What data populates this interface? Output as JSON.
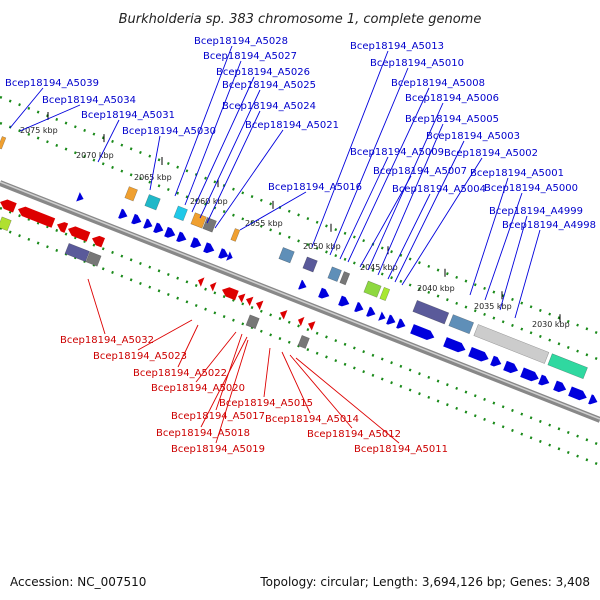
{
  "title": "Burkholderia sp. 383 chromosome 1, complete genome",
  "footer": {
    "accession": "Accession: NC_007510",
    "summary": "Topology: circular; Length: 3,694,126 bp; Genes: 3,408"
  },
  "colors": {
    "forward": "#0000dd",
    "reverse": "#dd0000",
    "forward_label": "#0000cc",
    "reverse_label": "#cc0000",
    "backbone": "#888888",
    "dotted_track": "#1a8a1a"
  },
  "ticks": [
    "2075 kbp",
    "2070 kbp",
    "2065 kbp",
    "2060 kbp",
    "2055 kbp",
    "2050 kbp",
    "2045 kbp",
    "2040 kbp",
    "2035 kbp",
    "2030 kbp"
  ],
  "forward_labels": [
    "Bcep18194_A5039",
    "Bcep18194_A5034",
    "Bcep18194_A5031",
    "Bcep18194_A5030",
    "Bcep18194_A5028",
    "Bcep18194_A5027",
    "Bcep18194_A5026",
    "Bcep18194_A5025",
    "Bcep18194_A5024",
    "Bcep18194_A5021",
    "Bcep18194_A5016",
    "Bcep18194_A5013",
    "Bcep18194_A5010",
    "Bcep18194_A5009",
    "Bcep18194_A5008",
    "Bcep18194_A5007",
    "Bcep18194_A5006",
    "Bcep18194_A5005",
    "Bcep18194_A5004",
    "Bcep18194_A5003",
    "Bcep18194_A5002",
    "Bcep18194_A5001",
    "Bcep18194_A5000",
    "Bcep18194_A4999",
    "Bcep18194_A4998"
  ],
  "reverse_labels": [
    "Bcep18194_A5032",
    "Bcep18194_A5023",
    "Bcep18194_A5022",
    "Bcep18194_A5020",
    "Bcep18194_A5017",
    "Bcep18194_A5018",
    "Bcep18194_A5019",
    "Bcep18194_A5015",
    "Bcep18194_A5014",
    "Bcep18194_A5012",
    "Bcep18194_A5011"
  ]
}
